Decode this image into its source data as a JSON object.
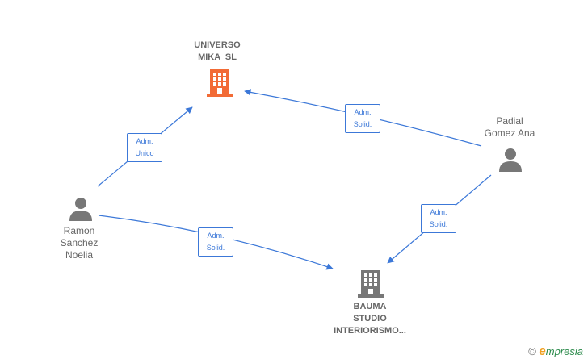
{
  "nodes": {
    "universo": {
      "line1": "UNIVERSO",
      "line2": "MIKA  SL",
      "type": "company",
      "color": "#f26b36",
      "icon": "building-icon"
    },
    "bauma": {
      "line1": "BAUMA",
      "line2": "STUDIO",
      "line3": "INTERIORISMO...",
      "type": "company",
      "color": "#777777",
      "icon": "building-icon"
    },
    "padial": {
      "line1": "Padial",
      "line2": "Gomez Ana",
      "type": "person",
      "color": "#777777",
      "icon": "person-icon"
    },
    "ramon": {
      "line1": "Ramon",
      "line2": "Sanchez",
      "line3": "Noelia",
      "type": "person",
      "color": "#777777",
      "icon": "person-icon"
    }
  },
  "edges": {
    "ramon_universo": {
      "line1": "Adm.",
      "line2": "Unico"
    },
    "padial_universo": {
      "line1": "Adm.",
      "line2": "Solid."
    },
    "ramon_bauma": {
      "line1": "Adm.",
      "line2": "Solid."
    },
    "padial_bauma": {
      "line1": "Adm.",
      "line2": "Solid."
    }
  },
  "edge_color": "#3c78d8",
  "watermark": {
    "copyright": "©",
    "brand_initial": "e",
    "brand_rest": "mpresia"
  }
}
